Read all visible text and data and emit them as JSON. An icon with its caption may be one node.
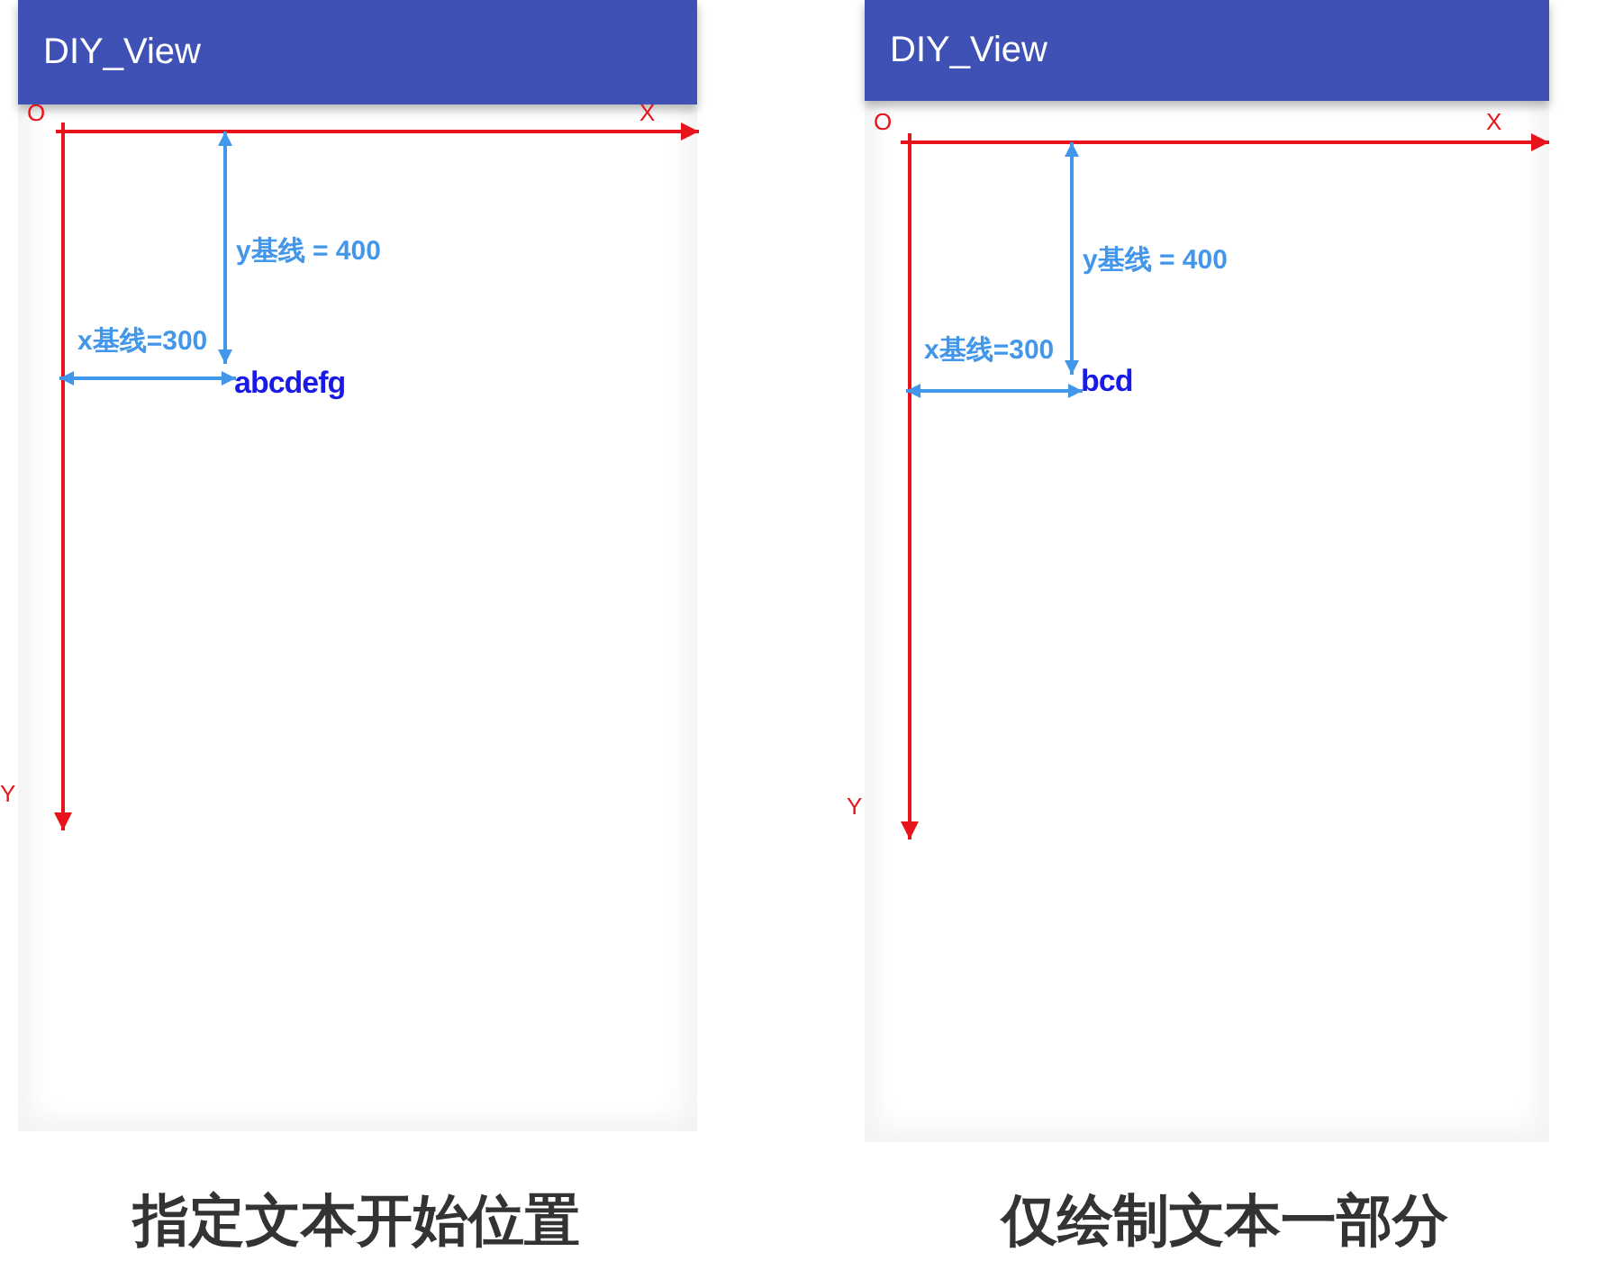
{
  "diagram": {
    "nodes": [
      {
        "text": [
          "DIY_View"
        ],
        "beside": [
          "指定文本开始位置"
        ]
      },
      {
        "text": [
          "DIY_View"
        ],
        "beside": [
          "仅绘制文本一部分"
        ]
      }
    ],
    "labels": [
      "O",
      "X",
      "y基线 = 400",
      "x基线=300",
      "abcdefg",
      "Y",
      "O",
      "X",
      "y基线 = 400",
      "x基线=300",
      "bcd",
      "Y"
    ]
  }
}
